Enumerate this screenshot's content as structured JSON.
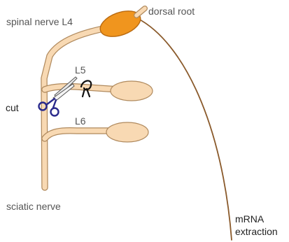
{
  "labels": {
    "spinal_nerve_l4": "spinal nerve L4",
    "dorsal_root": "dorsal root",
    "l5": "L5",
    "l6": "L6",
    "cut": "cut",
    "sciatic_nerve": "sciatic nerve",
    "mrna_line1": "mRNA",
    "mrna_line2": "extraction"
  },
  "colors": {
    "nerve_fill": "#f8d9b3",
    "nerve_outline": "#b08a5e",
    "ganglion_l4_fill": "#f0951e",
    "ganglion_l4_outline": "#b96a10",
    "dorsal_root_line": "#8a5a2b",
    "scissors": "#2a2a8c",
    "suture": "#111111",
    "label_neutral": "#555555",
    "label_dark": "#222222"
  }
}
